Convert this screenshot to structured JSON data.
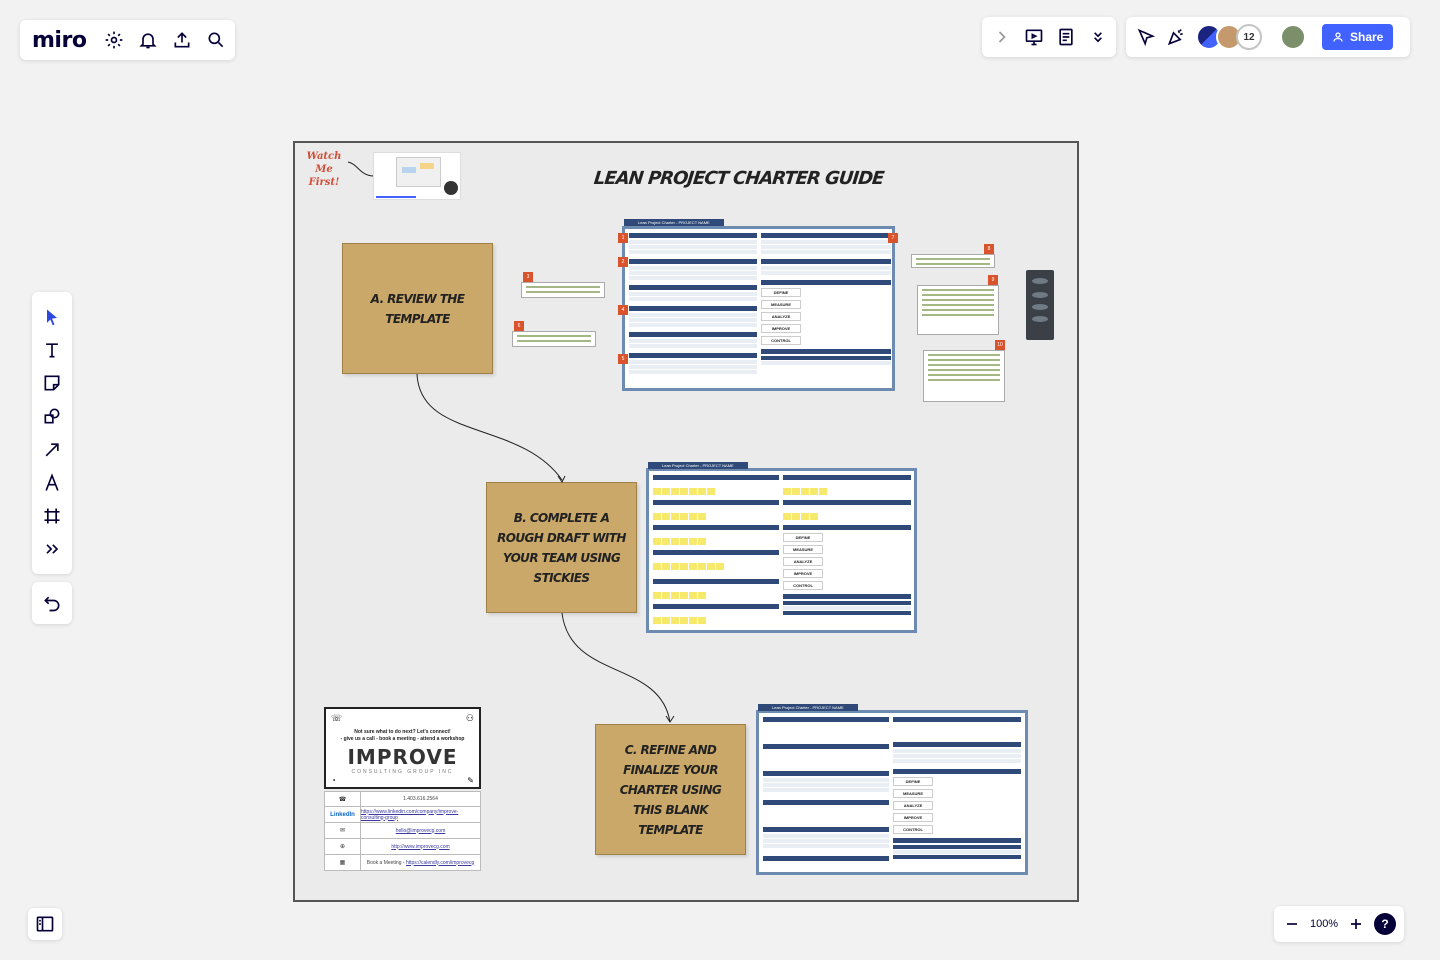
{
  "app": {
    "logo": "miro"
  },
  "top_right": {
    "avatar_count": "12",
    "share_label": "Share"
  },
  "zoom": {
    "level": "100%",
    "help": "?"
  },
  "board": {
    "title": "LEAN PROJECT CHARTER GUIDE",
    "watch_note": "Watch Me First!",
    "steps": [
      "A. REVIEW THE TEMPLATE",
      "B. COMPLETE A ROUGH DRAFT WITH YOUR TEAM USING STICKIES",
      "C. REFINE AND FINALIZE YOUR CHARTER USING THIS BLANK TEMPLATE"
    ],
    "charter_title": "Lean Project Charter - PROJECT NAME",
    "phases": [
      "DEFINE",
      "MEASURE",
      "ANALYZE",
      "IMPROVE",
      "CONTROL"
    ],
    "contact_card": {
      "tagline_1": "Not sure what to do next? Let's connect!",
      "tagline_2": "- give us a call - book a meeting - attend a workshop",
      "brand": "IMPROVE",
      "brand_sub": "CONSULTING GROUP INC",
      "phone": "1.403.616.2564",
      "linkedin_label": "LinkedIn",
      "linkedin_url": "https://www.linkedin.com/company/improve-consulting-group",
      "email": "hello@improvecg.com",
      "website": "http://www.improvecg.com",
      "book_label": "Book a Meeting -",
      "book_url": "https://calendly.com/improvecg"
    }
  }
}
